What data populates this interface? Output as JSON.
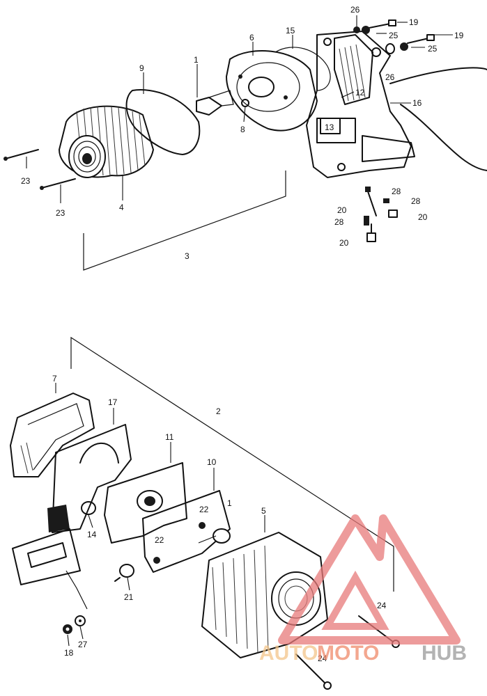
{
  "callouts": {
    "c1a": "1",
    "c1b": "1",
    "c2": "2",
    "c3": "3",
    "c4": "4",
    "c5": "5",
    "c6": "6",
    "c7": "7",
    "c8": "8",
    "c9": "9",
    "c10": "10",
    "c11": "11",
    "c12": "12",
    "c13": "13",
    "c14": "14",
    "c15": "15",
    "c16": "16",
    "c17": "17",
    "c18": "18",
    "c19a": "19",
    "c19b": "19",
    "c20a": "20",
    "c20b": "20",
    "c20c": "20",
    "c21": "21",
    "c22a": "22",
    "c22b": "22",
    "c23a": "23",
    "c23b": "23",
    "c24a": "24",
    "c24b": "24",
    "c25a": "25",
    "c25b": "25",
    "c26a": "26",
    "c26b": "26",
    "c27": "27",
    "c28a": "28",
    "c28b": "28",
    "c28c": "28"
  },
  "watermark": {
    "part1": "AUTO",
    "part2": "MOTO",
    "part3": "HUB",
    "color_accent": "#e87a7a",
    "color_text_1": "#f3c58a",
    "color_text_2": "#f08a6a",
    "color_text_3": "#9a9a9a"
  }
}
